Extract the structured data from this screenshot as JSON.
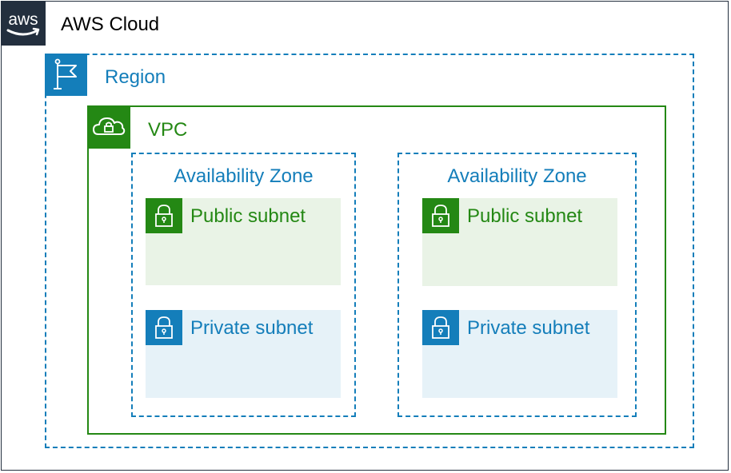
{
  "cloud": {
    "logo_text": "aws",
    "title": "AWS Cloud",
    "color": "#232f3e"
  },
  "region": {
    "title": "Region",
    "color": "#147eba",
    "icon": "flag-icon"
  },
  "vpc": {
    "title": "VPC",
    "color": "#248814",
    "icon": "cloud-lock-icon"
  },
  "availability_zones": [
    {
      "title": "Availability Zone",
      "public_subnet": {
        "label": "Public subnet",
        "icon": "padlock-icon",
        "color": "#248814",
        "fill": "#e9f3e6"
      },
      "private_subnet": {
        "label": "Private subnet",
        "icon": "padlock-icon",
        "color": "#147eba",
        "fill": "#e6f2f8"
      }
    },
    {
      "title": "Availability Zone",
      "public_subnet": {
        "label": "Public subnet",
        "icon": "padlock-icon",
        "color": "#248814",
        "fill": "#e9f3e6"
      },
      "private_subnet": {
        "label": "Private subnet",
        "icon": "padlock-icon",
        "color": "#147eba",
        "fill": "#e6f2f8"
      }
    }
  ]
}
